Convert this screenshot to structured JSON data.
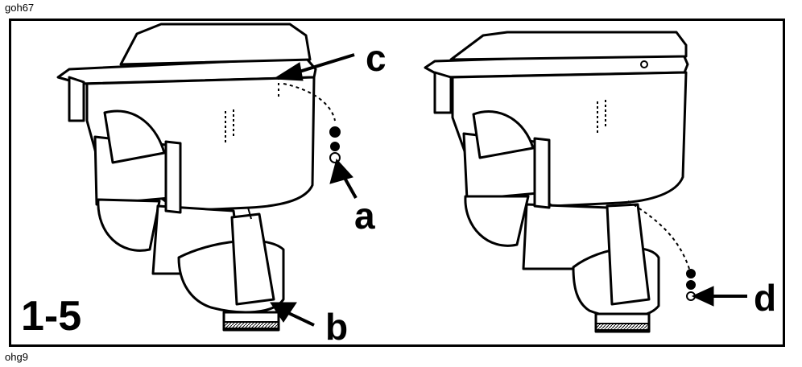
{
  "codes": {
    "top": "goh67",
    "bottom": "ohg9"
  },
  "figure_number": "1-5",
  "callouts": {
    "a": "a",
    "b": "b",
    "c": "c",
    "d": "d"
  }
}
